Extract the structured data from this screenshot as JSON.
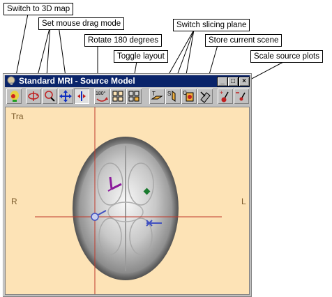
{
  "callouts": {
    "switch_3d": "Switch to 3D map",
    "drag_mode": "Set mouse drag mode",
    "rotate": "Rotate 180 degrees",
    "toggle_layout": "Toggle layout",
    "slicing_plane": "Switch slicing plane",
    "store_scene": "Store current scene",
    "scale_plots": "Scale source plots"
  },
  "window": {
    "title": "Standard MRI - Source Model",
    "minimize": "_",
    "maximize": "□",
    "close": "×"
  },
  "toolbar": {
    "rotate_text": "180°"
  },
  "viewport": {
    "plane_label": "Tra",
    "left_label": "R",
    "right_label": "L"
  },
  "colors": {
    "titlebar": "#0a246a",
    "viewport_bg": "#fde3b6",
    "crosshair": "#c0392b",
    "dipole_purple": "#8b1a9b",
    "dipole_green": "#1a7a2e",
    "dipole_blue": "#4050c0"
  }
}
